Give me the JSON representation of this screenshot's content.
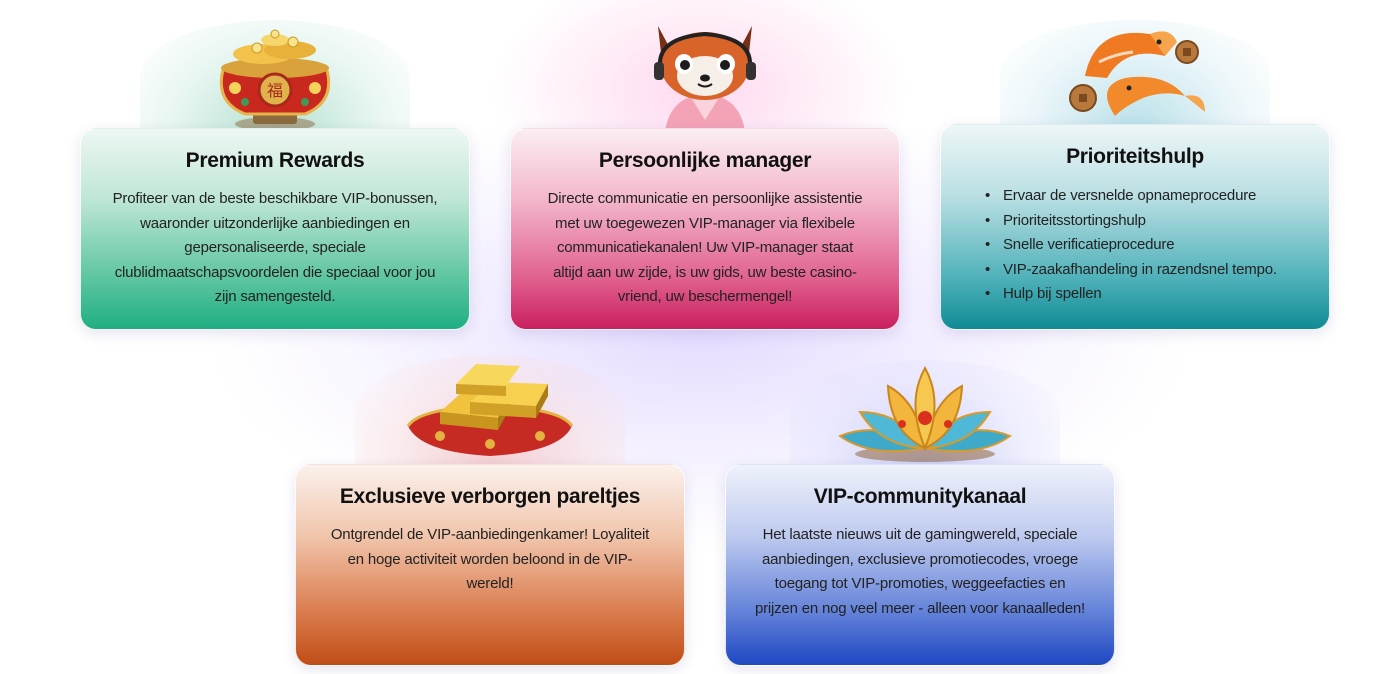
{
  "cards": {
    "premium": {
      "title": "Premium Rewards",
      "lines": [
        "Profiteer van de beste beschikbare VIP-bonussen,",
        "waaronder uitzonderlijke aanbiedingen en",
        "gepersonaliseerde, speciale",
        "clublidmaatschapsvoordelen die speciaal voor jou",
        "zijn samengesteld."
      ],
      "icon": "money-pot-icon",
      "accent": "#1fae83"
    },
    "manager": {
      "title": "Persoonlijke manager",
      "lines": [
        "Directe communicatie en persoonlijke assistentie",
        "met uw toegewezen VIP-manager via flexibele",
        "communicatiekanalen! Uw VIP-manager staat",
        "altijd aan uw zijde, is uw gids, uw beste casino-",
        "vriend, uw beschermengel!"
      ],
      "icon": "red-panda-mascot-icon",
      "accent": "#c91f5e"
    },
    "priority": {
      "title": "Prioriteitshulp",
      "items": [
        "Ervaar de versnelde opnameprocedure",
        "Prioriteitsstortingshulp",
        "Snelle verificatieprocedure",
        "VIP-zaakafhandeling in razendsnel tempo.",
        "Hulp bij spellen"
      ],
      "icon": "koi-fish-icon",
      "accent": "#0f8b95"
    },
    "hidden": {
      "title": "Exclusieve verborgen pareltjes",
      "lines": [
        "Ontgrendel de VIP-aanbiedingenkamer! Loyaliteit",
        "en hoge activiteit worden beloond in de VIP-",
        "wereld!"
      ],
      "icon": "gold-bars-icon",
      "accent": "#c04d16"
    },
    "community": {
      "title": "VIP-communitykanaal",
      "lines": [
        "Het laatste nieuws uit de gamingwereld, speciale",
        "aanbiedingen, exclusieve promotiecodes, vroege",
        "toegang tot VIP-promoties, weggeefacties en",
        "prijzen en nog veel meer - alleen voor kanaalleden!"
      ],
      "icon": "lotus-flower-icon",
      "accent": "#1f48c2"
    }
  }
}
